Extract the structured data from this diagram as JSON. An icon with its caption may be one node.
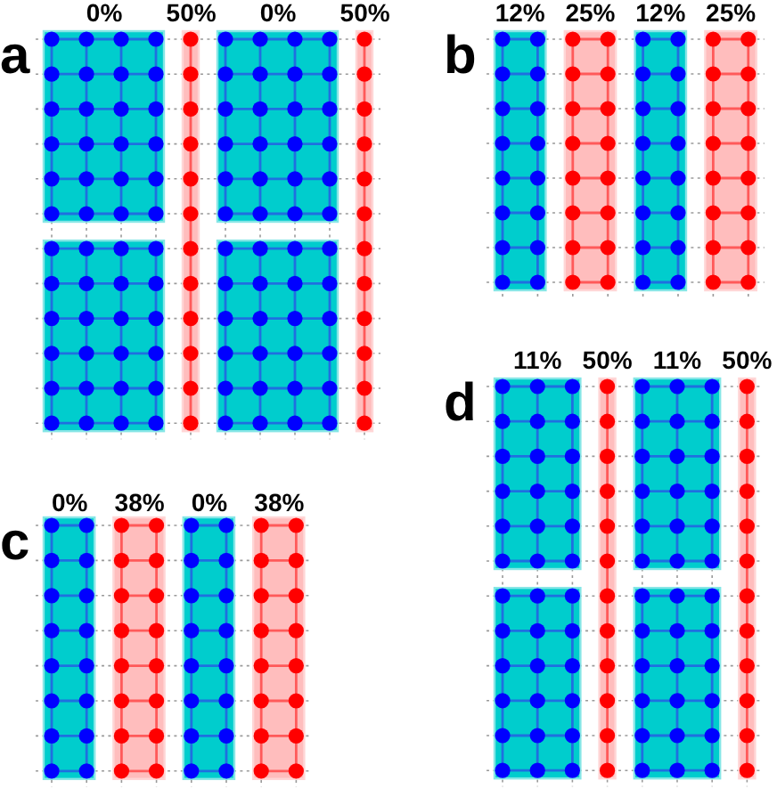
{
  "diagram": {
    "labels": [
      "a",
      "0%",
      "50%",
      "0%",
      "50%",
      "b",
      "12%",
      "25%",
      "12%",
      "25%",
      "c",
      "0%",
      "38%",
      "0%",
      "38%",
      "d",
      "11%",
      "50%",
      "11%",
      "50%"
    ]
  }
}
